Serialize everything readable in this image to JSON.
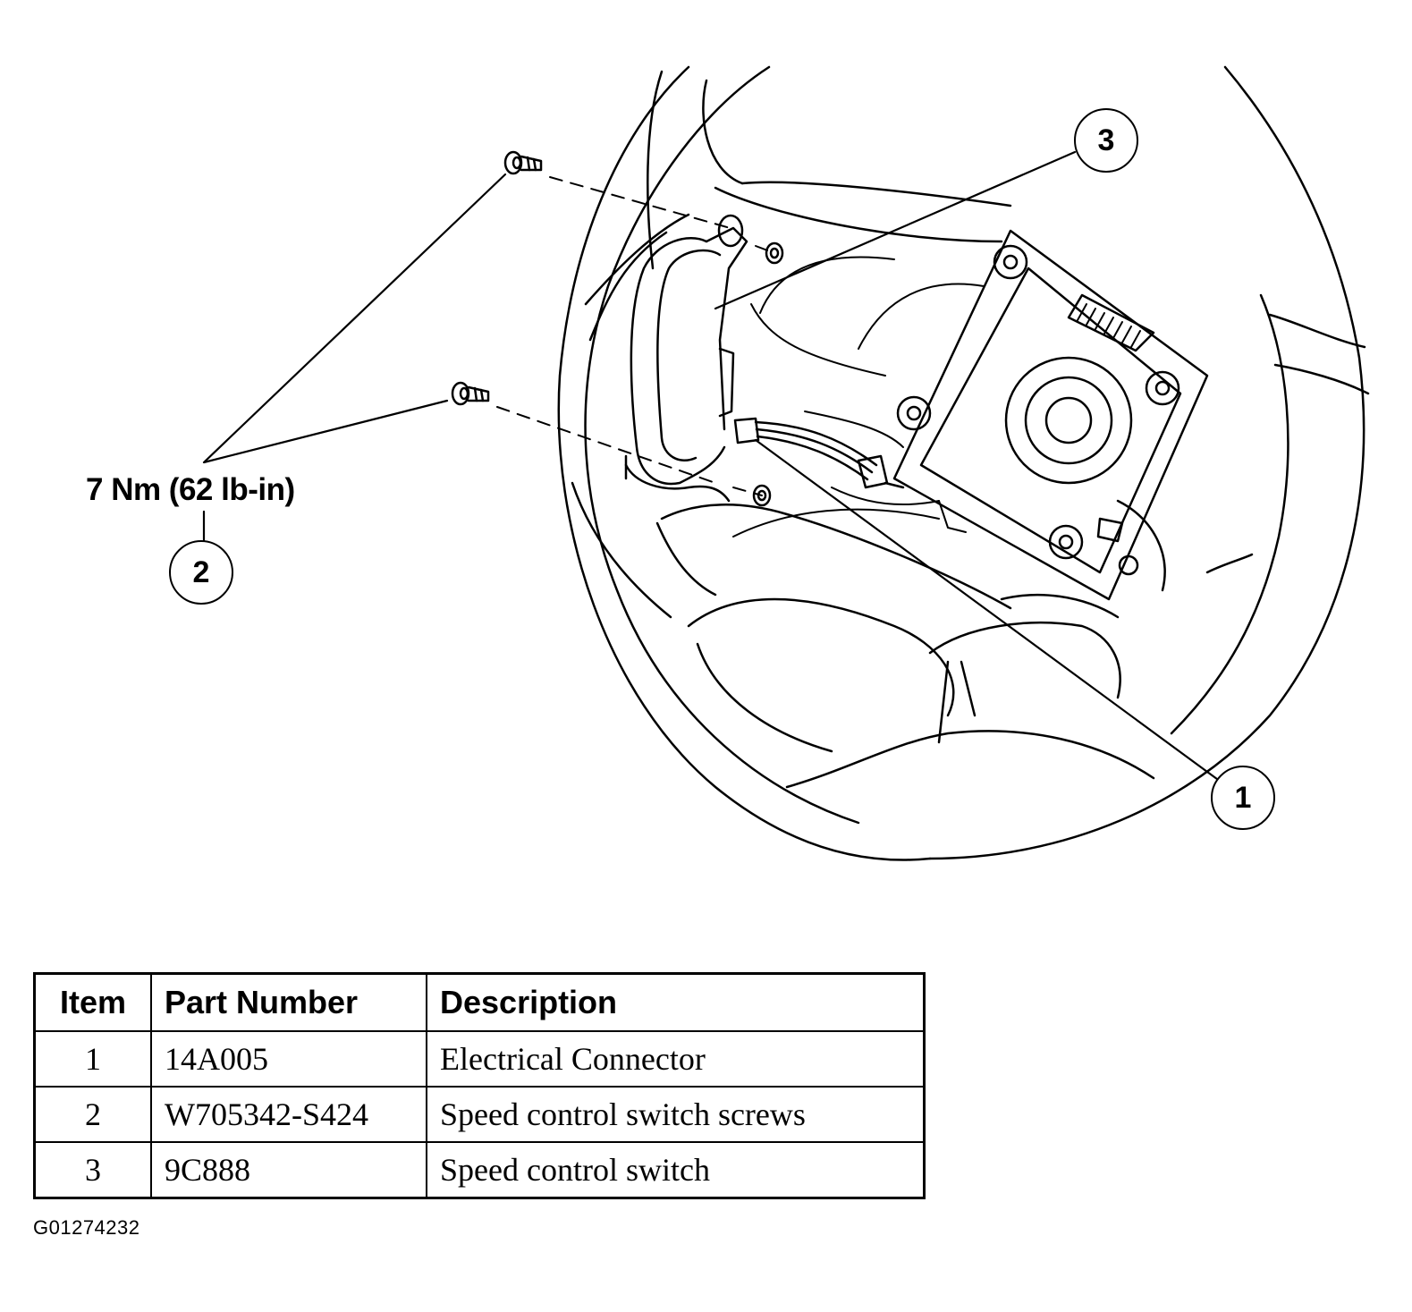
{
  "figure": {
    "torque_spec": "7 Nm (62 lb-in)",
    "callouts": [
      "1",
      "2",
      "3"
    ],
    "figure_id": "G01274232"
  },
  "parts_table": {
    "headers": [
      "Item",
      "Part Number",
      "Description"
    ],
    "rows": [
      {
        "item": "1",
        "part_number": "14A005",
        "description": "Electrical Connector"
      },
      {
        "item": "2",
        "part_number": "W705342-S424",
        "description": "Speed control switch screws"
      },
      {
        "item": "3",
        "part_number": "9C888",
        "description": "Speed control switch"
      }
    ]
  }
}
